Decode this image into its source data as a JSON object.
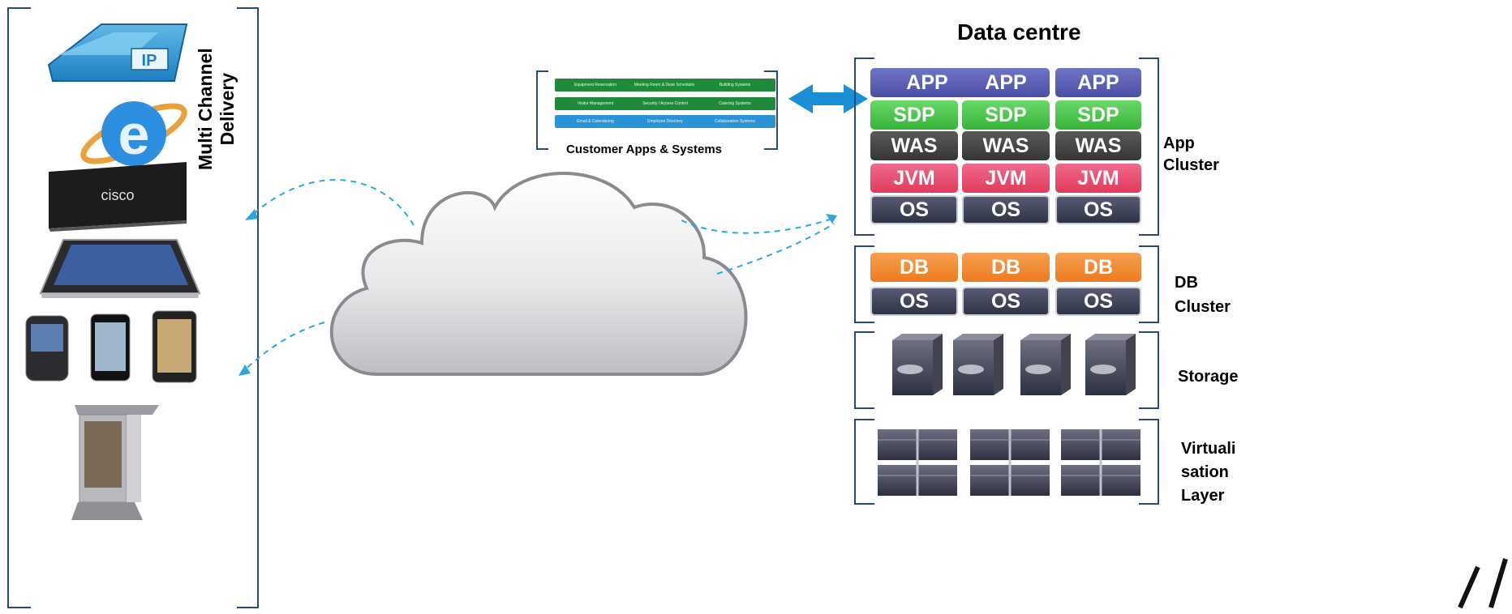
{
  "diagram": {
    "multi_channel_label_line1": "Multi Channel",
    "multi_channel_label_line2": "Delivery",
    "data_centre_title": "Data centre",
    "customer_apps_label": "Customer Apps & Systems",
    "ip_phone_badge": "IP",
    "cisco_screen_text": "cisco",
    "app_cluster_label_line1": "App",
    "app_cluster_label_line2": "Cluster",
    "db_cluster_label_line1": "DB",
    "db_cluster_label_line2": "Cluster",
    "storage_label": "Storage",
    "virtualisation_label_line1": "Virtuali",
    "virtualisation_label_line2": "sation",
    "virtualisation_label_line3": "Layer",
    "app_stack": {
      "app": [
        "APP",
        "APP",
        "APP"
      ],
      "sdp": [
        "SDP",
        "SDP",
        "SDP"
      ],
      "was": [
        "WAS",
        "WAS",
        "WAS"
      ],
      "jvm": [
        "JVM",
        "JVM",
        "JVM"
      ],
      "os": [
        "OS",
        "OS",
        "OS"
      ]
    },
    "db_stack": {
      "db": [
        "DB",
        "DB",
        "DB"
      ],
      "os": [
        "OS",
        "OS",
        "OS"
      ]
    },
    "customer_apps": [
      "Equipment Reservation",
      "Meeting Room & Desk Scheduling",
      "Building Systems",
      "Visitor Management",
      "Security / Access Control",
      "Catering Systems",
      "Email & Calendaring",
      "Employee Directory",
      "Collaboration Systems"
    ]
  },
  "colors": {
    "app": "#5257ad",
    "sdp": "#3fc43f",
    "was": "#454545",
    "jvm": "#e8466b",
    "os": "#3d4258",
    "db": "#f08a30",
    "arrow": "#1a8fd6",
    "dashed": "#2aa7e0"
  }
}
